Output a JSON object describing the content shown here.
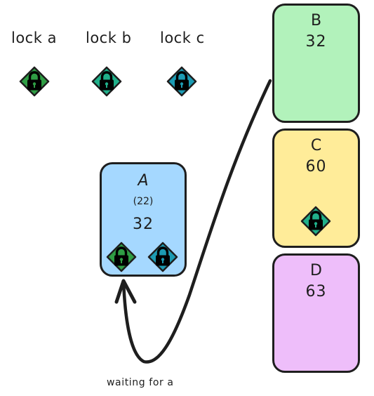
{
  "legend": {
    "locks": [
      {
        "label": "lock a",
        "icon": "lock-icon",
        "color": "#2f9e44"
      },
      {
        "label": "lock b",
        "icon": "lock-icon",
        "color": "#20b08a"
      },
      {
        "label": "lock c",
        "icon": "lock-icon",
        "color": "#1c9bb3"
      }
    ]
  },
  "nodes": {
    "a": {
      "name": "A",
      "sub": "(22)",
      "value": "32",
      "color": "#a5d8ff"
    },
    "b": {
      "name": "B",
      "value": "32",
      "color": "#b2f2bb"
    },
    "c": {
      "name": "C",
      "value": "60",
      "color": "#ffec99"
    },
    "d": {
      "name": "D",
      "value": "63",
      "color": "#eebefa"
    }
  },
  "arrow": {
    "caption": "waiting for a"
  },
  "colors": {
    "stroke": "#1e1e1e",
    "lock_body": "#000000"
  }
}
